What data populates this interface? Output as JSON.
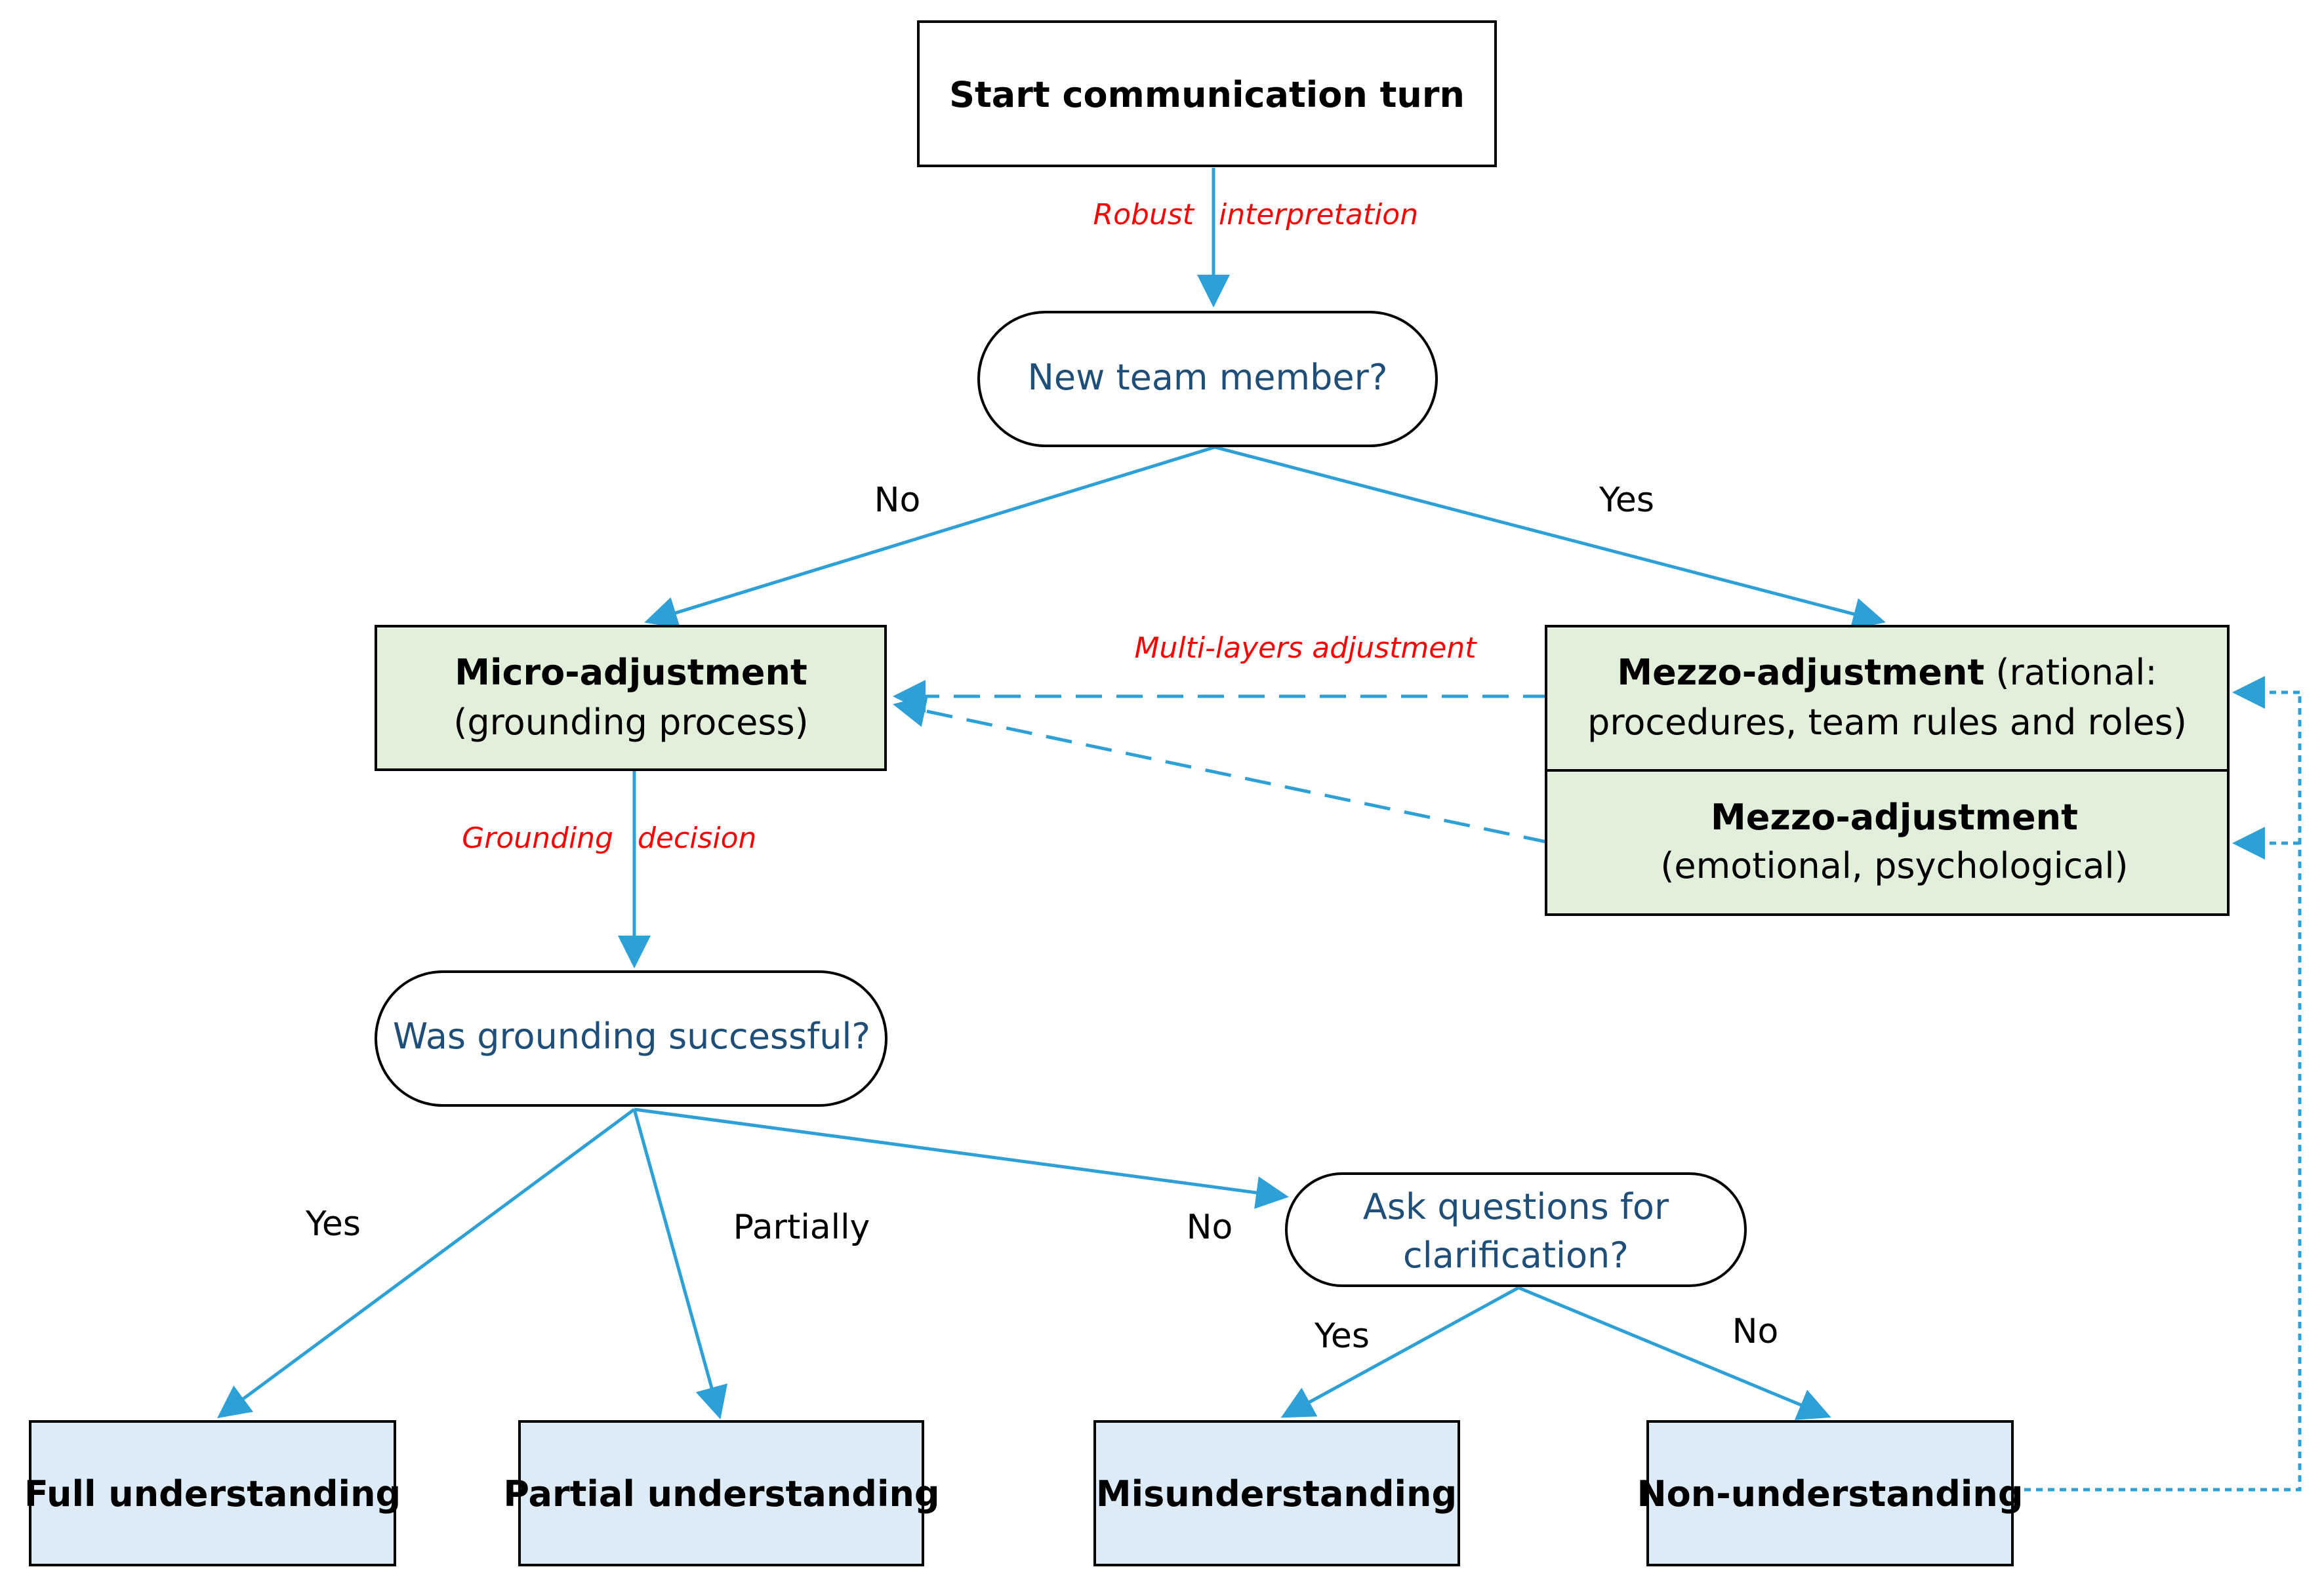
{
  "nodes": {
    "start": {
      "label": "Start communication turn"
    },
    "new_member": {
      "label": "New team member?"
    },
    "micro": {
      "title": "Micro-adjustment",
      "subtitle": "(grounding process)"
    },
    "mezzo_rational": {
      "title": "Mezzo-adjustment",
      "title_suffix": " (rational:",
      "subtitle": "procedures, team rules and roles)"
    },
    "mezzo_emotional": {
      "title": "Mezzo-adjustment",
      "subtitle": "(emotional, psychological)"
    },
    "grounding_success": {
      "label": "Was grounding successful?"
    },
    "ask_questions": {
      "line1": "Ask questions for",
      "line2": "clarification?"
    },
    "full": {
      "label": "Full understanding"
    },
    "partial": {
      "label": "Partial understanding"
    },
    "misunderstanding": {
      "label": "Misunderstanding"
    },
    "non_understanding": {
      "label": "Non-understanding"
    }
  },
  "edge_labels": {
    "new_no": "No",
    "new_yes": "Yes",
    "grounding_yes": "Yes",
    "grounding_partially": "Partially",
    "grounding_no": "No",
    "ask_yes": "Yes",
    "ask_no": "No"
  },
  "notes": {
    "robust_1": "Robust",
    "robust_2": "interpretation",
    "multi_layers": "Multi-layers  adjustment",
    "grounding_1": "Grounding",
    "grounding_2": "decision"
  },
  "colors": {
    "arrow": "#2ea0d8",
    "adjustment_fill": "#e2efda",
    "outcome_fill": "#ddebf7",
    "decision_text": "#1f4e79",
    "note_text": "#ff0000"
  }
}
